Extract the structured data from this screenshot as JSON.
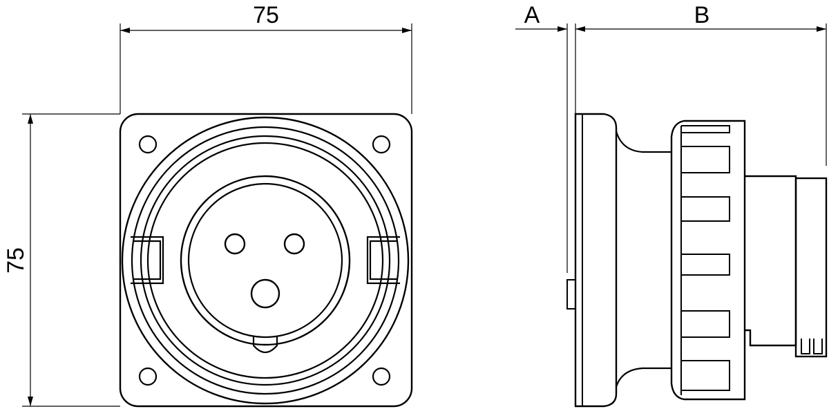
{
  "dimensions": {
    "width_label": "75",
    "height_label": "75",
    "depth_a_label": "A",
    "depth_b_label": "B"
  },
  "colors": {
    "stroke": "#000000",
    "background": "#ffffff"
  }
}
